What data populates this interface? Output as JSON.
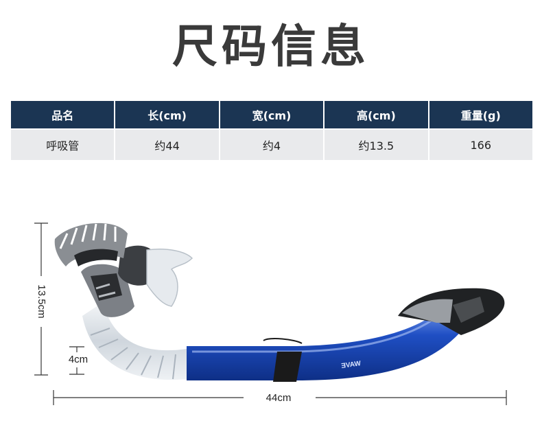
{
  "title": "尺码信息",
  "table": {
    "headers": [
      "品名",
      "长(cm)",
      "宽(cm)",
      "高(cm)",
      "重量(g)"
    ],
    "row": [
      "呼吸管",
      "约44",
      "约4",
      "约13.5",
      "166"
    ]
  },
  "dimensions": {
    "height_label": "13.5cm",
    "width_label": "4cm",
    "length_label": "44cm"
  },
  "product": {
    "brand_text": "WAVE"
  },
  "colors": {
    "header_bg": "#1b3553",
    "row_bg": "#e9eaec",
    "tube_blue": "#1f4fc4"
  }
}
